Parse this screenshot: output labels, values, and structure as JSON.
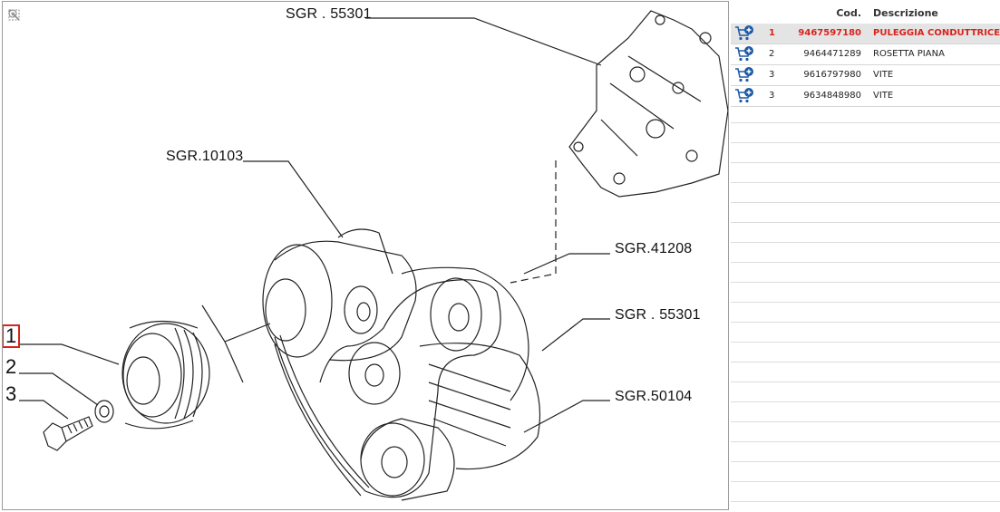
{
  "diagram": {
    "callouts": [
      {
        "id": "sgr-55301-top",
        "text": "SGR . 55301"
      },
      {
        "id": "sgr-10103",
        "text": "SGR.10103"
      },
      {
        "id": "sgr-41208",
        "text": "SGR.41208"
      },
      {
        "id": "sgr-55301-mid",
        "text": "SGR . 55301"
      },
      {
        "id": "sgr-50104",
        "text": "SGR.50104"
      }
    ],
    "positions": [
      "1",
      "2",
      "3"
    ],
    "tools": [
      "fit-icon",
      "zoom-in-icon",
      "zoom-out-icon"
    ]
  },
  "parts": {
    "header": {
      "code": "Cod.",
      "description": "Descrizione"
    },
    "rows": [
      {
        "pos": "1",
        "code": "9467597180",
        "desc": "PULEGGIA CONDUTTRICE",
        "selected": true
      },
      {
        "pos": "2",
        "code": "9464471289",
        "desc": "ROSETTA PIANA",
        "selected": false
      },
      {
        "pos": "3",
        "code": "9616797980",
        "desc": "VITE",
        "selected": false
      },
      {
        "pos": "3",
        "code": "9634848980",
        "desc": "VITE",
        "selected": false
      }
    ],
    "cart_icon": "cart-add-icon",
    "selected_color": "#d8241c",
    "icon_color": "#1f5aa6"
  }
}
